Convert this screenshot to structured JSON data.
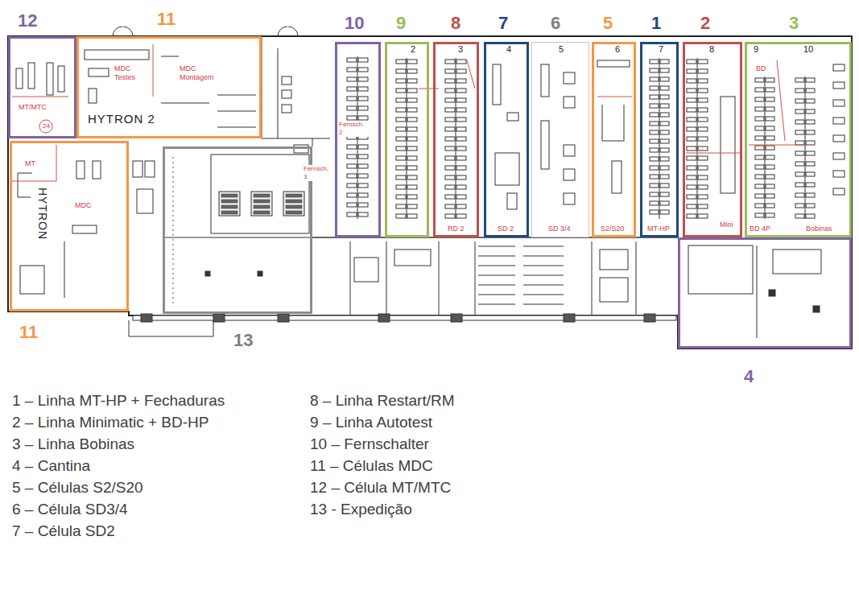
{
  "diagram": {
    "nodes": [
      {
        "text": [
          "12"
        ]
      },
      {
        "text": [
          "11"
        ]
      },
      {
        "text": [
          "10"
        ]
      },
      {
        "text": [
          "9"
        ]
      },
      {
        "text": [
          "8"
        ]
      },
      {
        "text": [
          "7"
        ]
      },
      {
        "text": [
          "6"
        ]
      },
      {
        "text": [
          "5"
        ]
      },
      {
        "text": [
          "1"
        ]
      },
      {
        "text": [
          "2"
        ]
      },
      {
        "text": [
          "3"
        ]
      },
      {
        "text": [
          "11"
        ]
      },
      {
        "text": [
          "13"
        ]
      },
      {
        "text": [
          "4"
        ]
      }
    ],
    "labels": [
      "MT/MTC",
      "24",
      "MDC Testes",
      "MDC Montagem",
      "HYTRON 2",
      "MT",
      "HYTRON",
      "MDC",
      "Fernsch. 2",
      "Fernsch. 3",
      "2",
      "3",
      "4",
      "5",
      "6",
      "7",
      "8",
      "9",
      "10",
      "RD 2",
      "SD 2",
      "SD 3/4",
      "S2/S20",
      "MT-HP",
      "Mini",
      "BD 4P",
      "BD",
      "Bobinas",
      "1 – Linha MT-HP + Fechaduras",
      "2 – Linha Minimatic  + BD-HP",
      "3 – Linha Bobinas",
      "4 – Cantina",
      "5 – Células S2/S20",
      "6 – Célula SD3/4",
      "7 – Célula SD2",
      "8 – Linha Restart/RM",
      "9 – Linha Autotest",
      "10 – Fernschalter",
      "11 – Células MDC",
      "12 – Célula MT/MTC",
      "13 - Expedição"
    ]
  }
}
